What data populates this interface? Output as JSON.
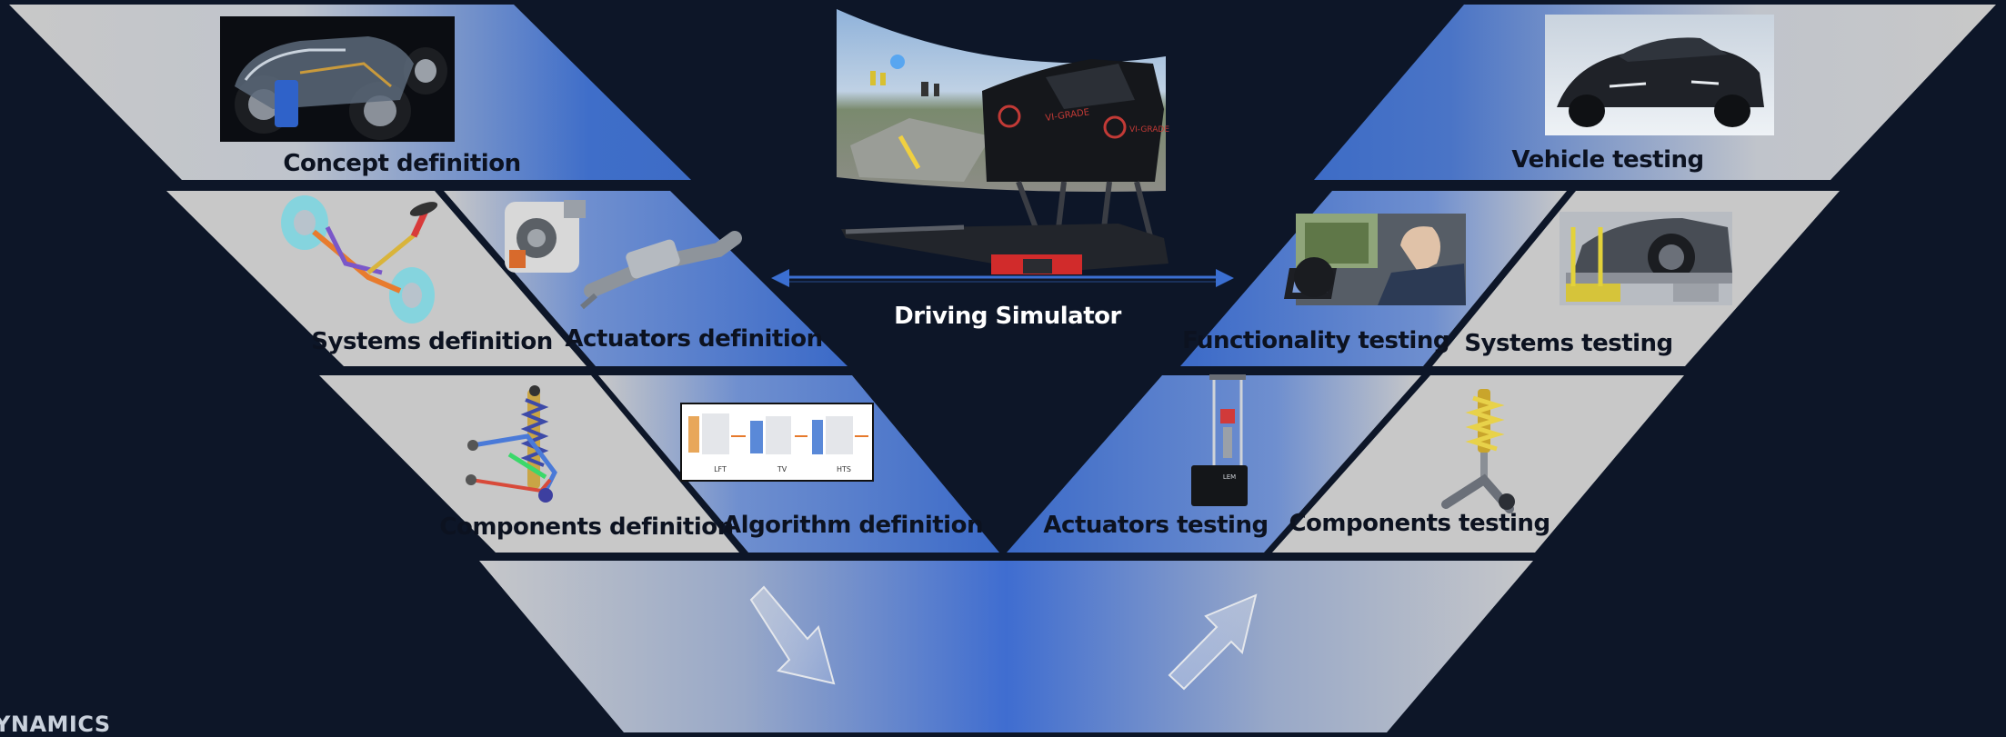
{
  "colors": {
    "background": "#0d1628",
    "panel_gray": "#c8c8c8",
    "panel_blue": "#3f6ec9",
    "arrow_blue": "#3b6fd1",
    "label_dark": "#0c1220",
    "label_light": "#ffffff"
  },
  "left_branch": {
    "concept": "Concept definition",
    "systems": "Systems definition",
    "actuators": "Actuators definition",
    "components": "Components definition",
    "algorithm": "Algorithm definition"
  },
  "right_branch": {
    "vehicle": "Vehicle testing",
    "functionality": "Functionality testing",
    "systems": "Systems testing",
    "actuators": "Actuators testing",
    "components": "Components testing"
  },
  "center": {
    "simulator": "Driving Simulator",
    "simulator_brand": "VI-GRADE"
  },
  "algorithm_panel": {
    "blocks": [
      "LFT",
      "TV",
      "HTS"
    ]
  },
  "corner_text": "YNAMICS",
  "icons": [
    "car-chassis-icon",
    "steering-system-icon",
    "actuator-unit-icon",
    "suspension-component-icon",
    "algorithm-blocks-icon",
    "simulator-cockpit-icon",
    "sports-car-icon",
    "driver-laptop-icon",
    "car-on-rig-icon",
    "actuator-test-rig-icon",
    "shock-absorber-icon",
    "down-arrow-icon",
    "up-arrow-icon",
    "double-arrow-icon"
  ]
}
